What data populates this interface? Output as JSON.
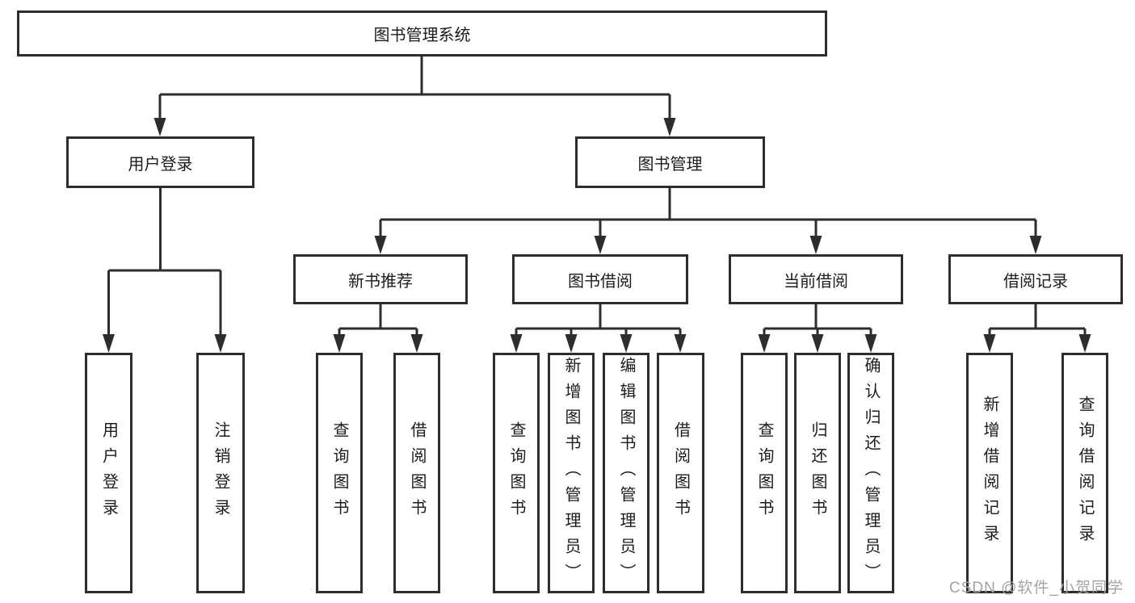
{
  "diagram": {
    "type": "hierarchy-tree",
    "root": {
      "label": "图书管理系统",
      "children": [
        {
          "label": "用户登录",
          "children": [
            {
              "label": "用户登录"
            },
            {
              "label": "注销登录"
            }
          ]
        },
        {
          "label": "图书管理",
          "children": [
            {
              "label": "新书推荐",
              "children": [
                {
                  "label": "查询图书"
                },
                {
                  "label": "借阅图书"
                }
              ]
            },
            {
              "label": "图书借阅",
              "children": [
                {
                  "label": "查询图书"
                },
                {
                  "label": "新增图书（管理员）"
                },
                {
                  "label": "编辑图书（管理员）"
                },
                {
                  "label": "借阅图书"
                }
              ]
            },
            {
              "label": "当前借阅",
              "children": [
                {
                  "label": "查询图书"
                },
                {
                  "label": "归还图书"
                },
                {
                  "label": "确认归还（管理员）"
                }
              ]
            },
            {
              "label": "借阅记录",
              "children": [
                {
                  "label": "新增借阅记录"
                },
                {
                  "label": "查询借阅记录"
                }
              ]
            }
          ]
        }
      ]
    }
  },
  "watermark": {
    "text": "CSDN @软件_小贺同学"
  },
  "colors": {
    "line": "#2d2d2d",
    "box_border": "#2d2d2d",
    "text": "#1c1c1c",
    "watermark": "#a3a3a3",
    "background": "#ffffff"
  }
}
